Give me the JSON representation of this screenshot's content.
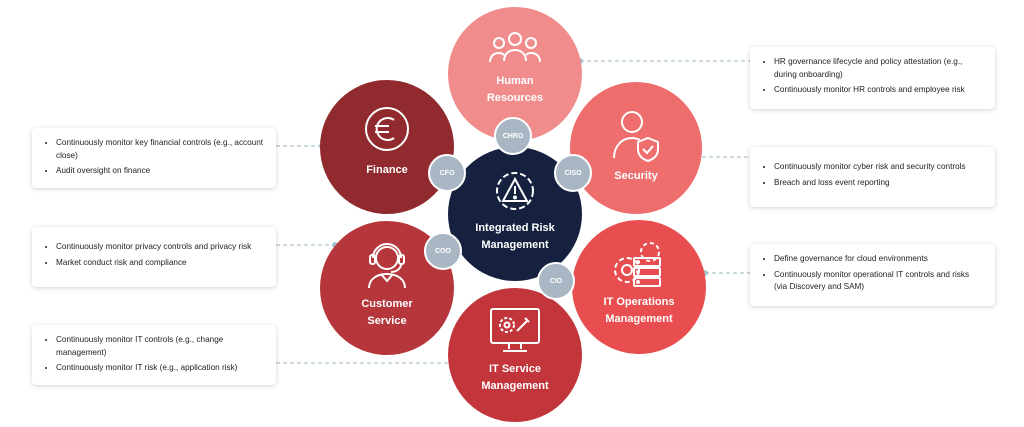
{
  "center": {
    "title": "Integrated Risk Management"
  },
  "segments": {
    "hr": {
      "label": "Human Resources",
      "badge": "CHRO",
      "color": "#f08c8c",
      "icon": "people-group-icon",
      "bullets": [
        "HR governance lifecycle and policy attestation (e.g., during onboarding)",
        "Continuously monitor HR controls and employee risk"
      ]
    },
    "security": {
      "label": "Security",
      "badge": "CISO",
      "color": "#ee6d6d",
      "icon": "user-shield-icon",
      "bullets": [
        "Continuously monitor cyber risk and security controls",
        "Breach and loss event reporting"
      ]
    },
    "itops": {
      "label": "IT Operations Management",
      "badge": "CIO",
      "color": "#e84e4f",
      "icon": "server-gear-icon",
      "bullets": [
        "Define governance for cloud environments",
        "Continuously monitor operational IT controls and risks (via Discovery and SAM)"
      ]
    },
    "itsm": {
      "label": "IT Service Management",
      "badge": "",
      "color": "#c2363b",
      "icon": "monitor-wrench-icon",
      "bullets": [
        "Continuously monitor IT controls (e.g., change management)",
        "Continuously monitor IT risk (e.g., application risk)"
      ]
    },
    "customer": {
      "label": "Customer Service",
      "badge": "COO",
      "color": "#b5373b",
      "icon": "headset-agent-icon",
      "bullets": [
        "Continuously monitor privacy controls and privacy risk",
        "Market conduct risk and compliance"
      ]
    },
    "finance": {
      "label": "Finance",
      "badge": "CFO",
      "color": "#902a2e",
      "icon": "euro-icon",
      "bullets": [
        "Continuously monitor key financial controls (e.g., account close)",
        "Audit oversight on finance"
      ]
    }
  },
  "colors": {
    "center": "#15213f",
    "badge": "#a9b7c4",
    "connector": "#a9c3cf"
  }
}
